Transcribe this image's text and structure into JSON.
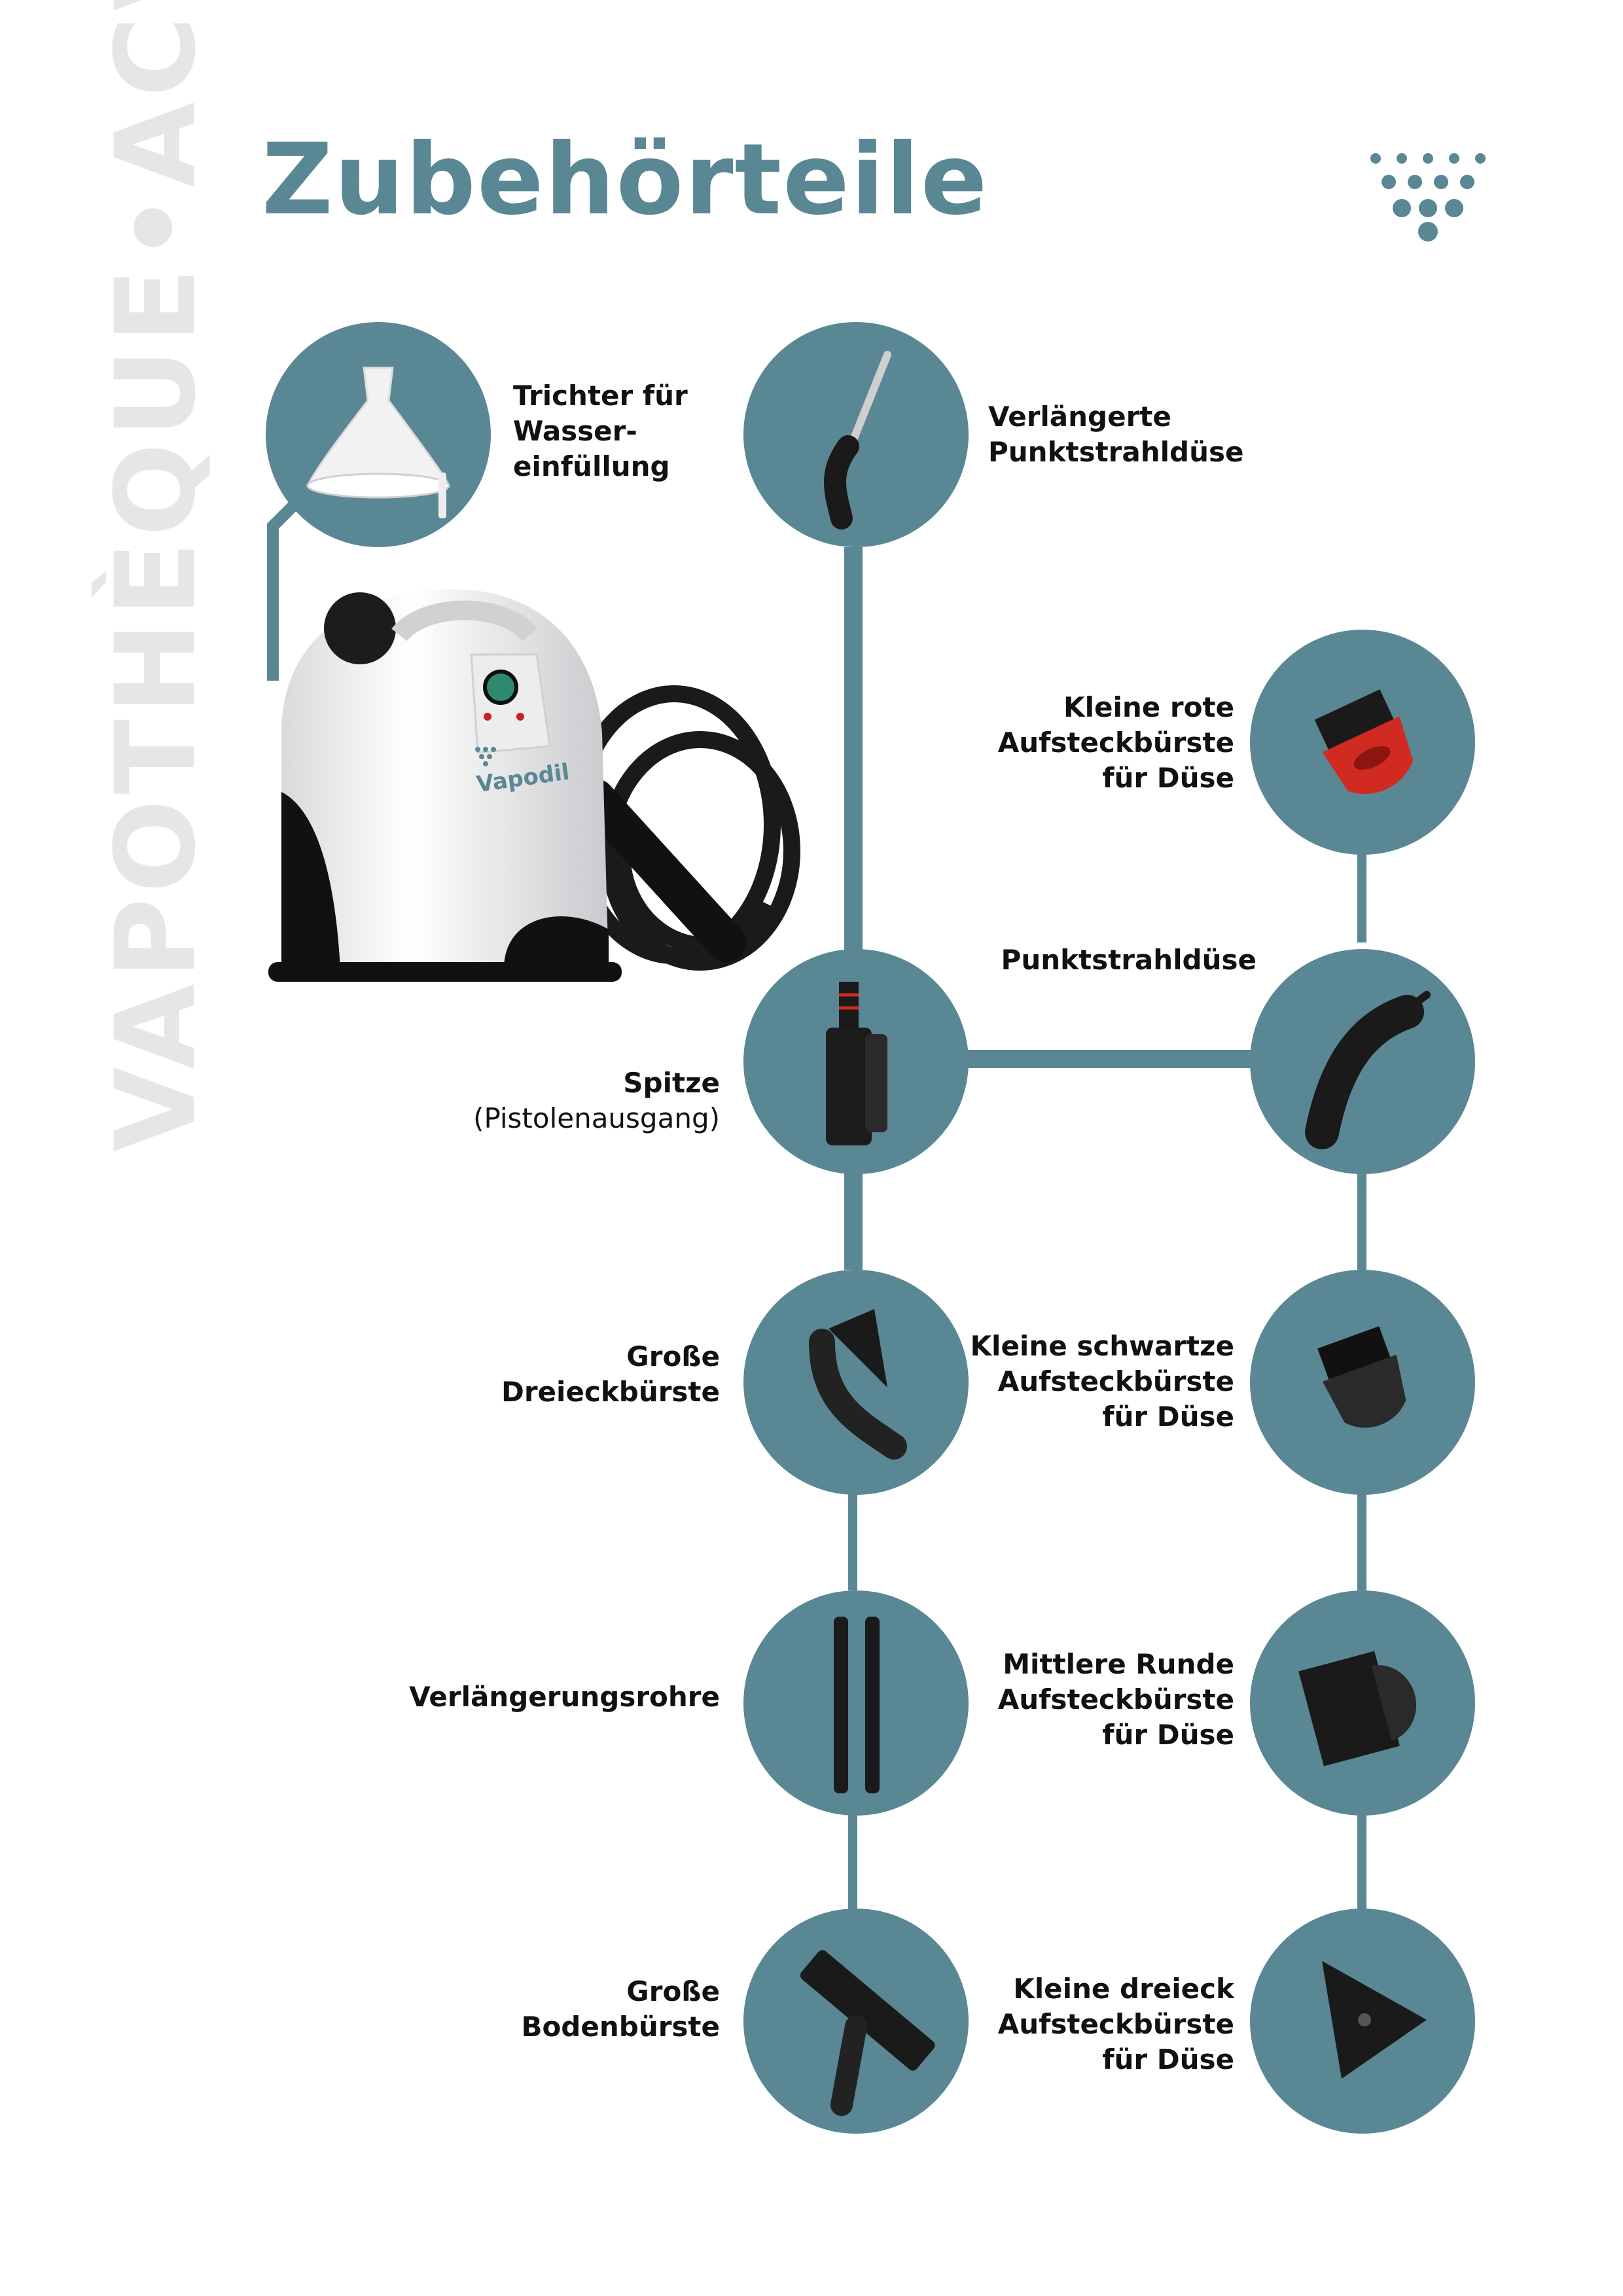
{
  "page": {
    "title": "Zubehörteile",
    "side_brand": "VAPOTHÈQUE•ACV"
  },
  "colors": {
    "accent": "#5a8794",
    "side_brand": "#e6e6e8",
    "text": "#111111"
  },
  "product": {
    "name": "steam-cleaner",
    "brand_mark": "Vapodil"
  },
  "accessories": [
    {
      "id": "trichter",
      "label": "Trichter für\nWasser-\neinfüllung",
      "icon": "funnel-icon"
    },
    {
      "id": "verl-punkt",
      "label": "Verlängerte\nPunktstrahldüse",
      "icon": "long-nozzle-icon"
    },
    {
      "id": "rote-buerste",
      "label": "Kleine rote\nAufsteckbürste\nfür Düse",
      "icon": "red-brush-icon"
    },
    {
      "id": "punkt",
      "label": "Punktstrahldüse",
      "icon": "jet-nozzle-icon"
    },
    {
      "id": "spitze",
      "label": "Spitze",
      "sublabel": "(Pistolenausgang)",
      "icon": "gun-tip-icon"
    },
    {
      "id": "dreieck-gross",
      "label": "Große\nDreieckbürste",
      "icon": "triangle-brush-icon"
    },
    {
      "id": "schwarz-buerste",
      "label": "Kleine schwartze\nAufsteckbürste\nfür Düse",
      "icon": "black-brush-icon"
    },
    {
      "id": "rohre",
      "label": "Verlängerungsrohre",
      "icon": "extension-tubes-icon"
    },
    {
      "id": "runde-buerste",
      "label": "Mittlere Runde\nAufsteckbürste\nfür Düse",
      "icon": "round-brush-icon"
    },
    {
      "id": "boden",
      "label": "Große\nBodenbürste",
      "icon": "floor-brush-icon"
    },
    {
      "id": "dreieck-klein",
      "label": "Kleine dreieck\nAufsteckbürste\nfür Düse",
      "icon": "small-triangle-icon"
    }
  ]
}
